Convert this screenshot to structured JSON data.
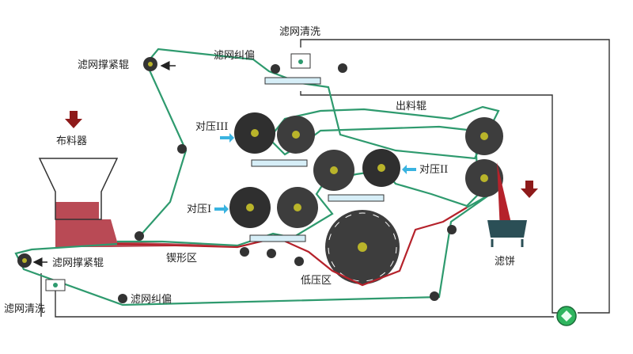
{
  "labels": {
    "top_wash": "滤网清洗",
    "top_tension": "滤网撑紧辊",
    "top_correct": "滤网纠偏",
    "discharge_roller": "出料辊",
    "press3": "对压III",
    "press2": "对压II",
    "press1": "对压I",
    "feeder": "布料器",
    "wedge_zone": "锲形区",
    "low_pressure_zone": "低压区",
    "cake": "滤饼",
    "bottom_tension": "滤网撑紧辊",
    "bottom_correct": "滤网纠偏",
    "bottom_wash": "滤网清洗"
  },
  "colors": {
    "belt_green": "#2e9a6e",
    "belt_red": "#b5222b",
    "roller_dark": "#3d3d3d",
    "roller_hub": "#b9b42a",
    "sludge": "#b94a55",
    "arrow_red": "#8e1a1a",
    "arrow_cyan": "#39b3e0",
    "tray": "#d6eef7",
    "pump": "#2fb55e"
  }
}
